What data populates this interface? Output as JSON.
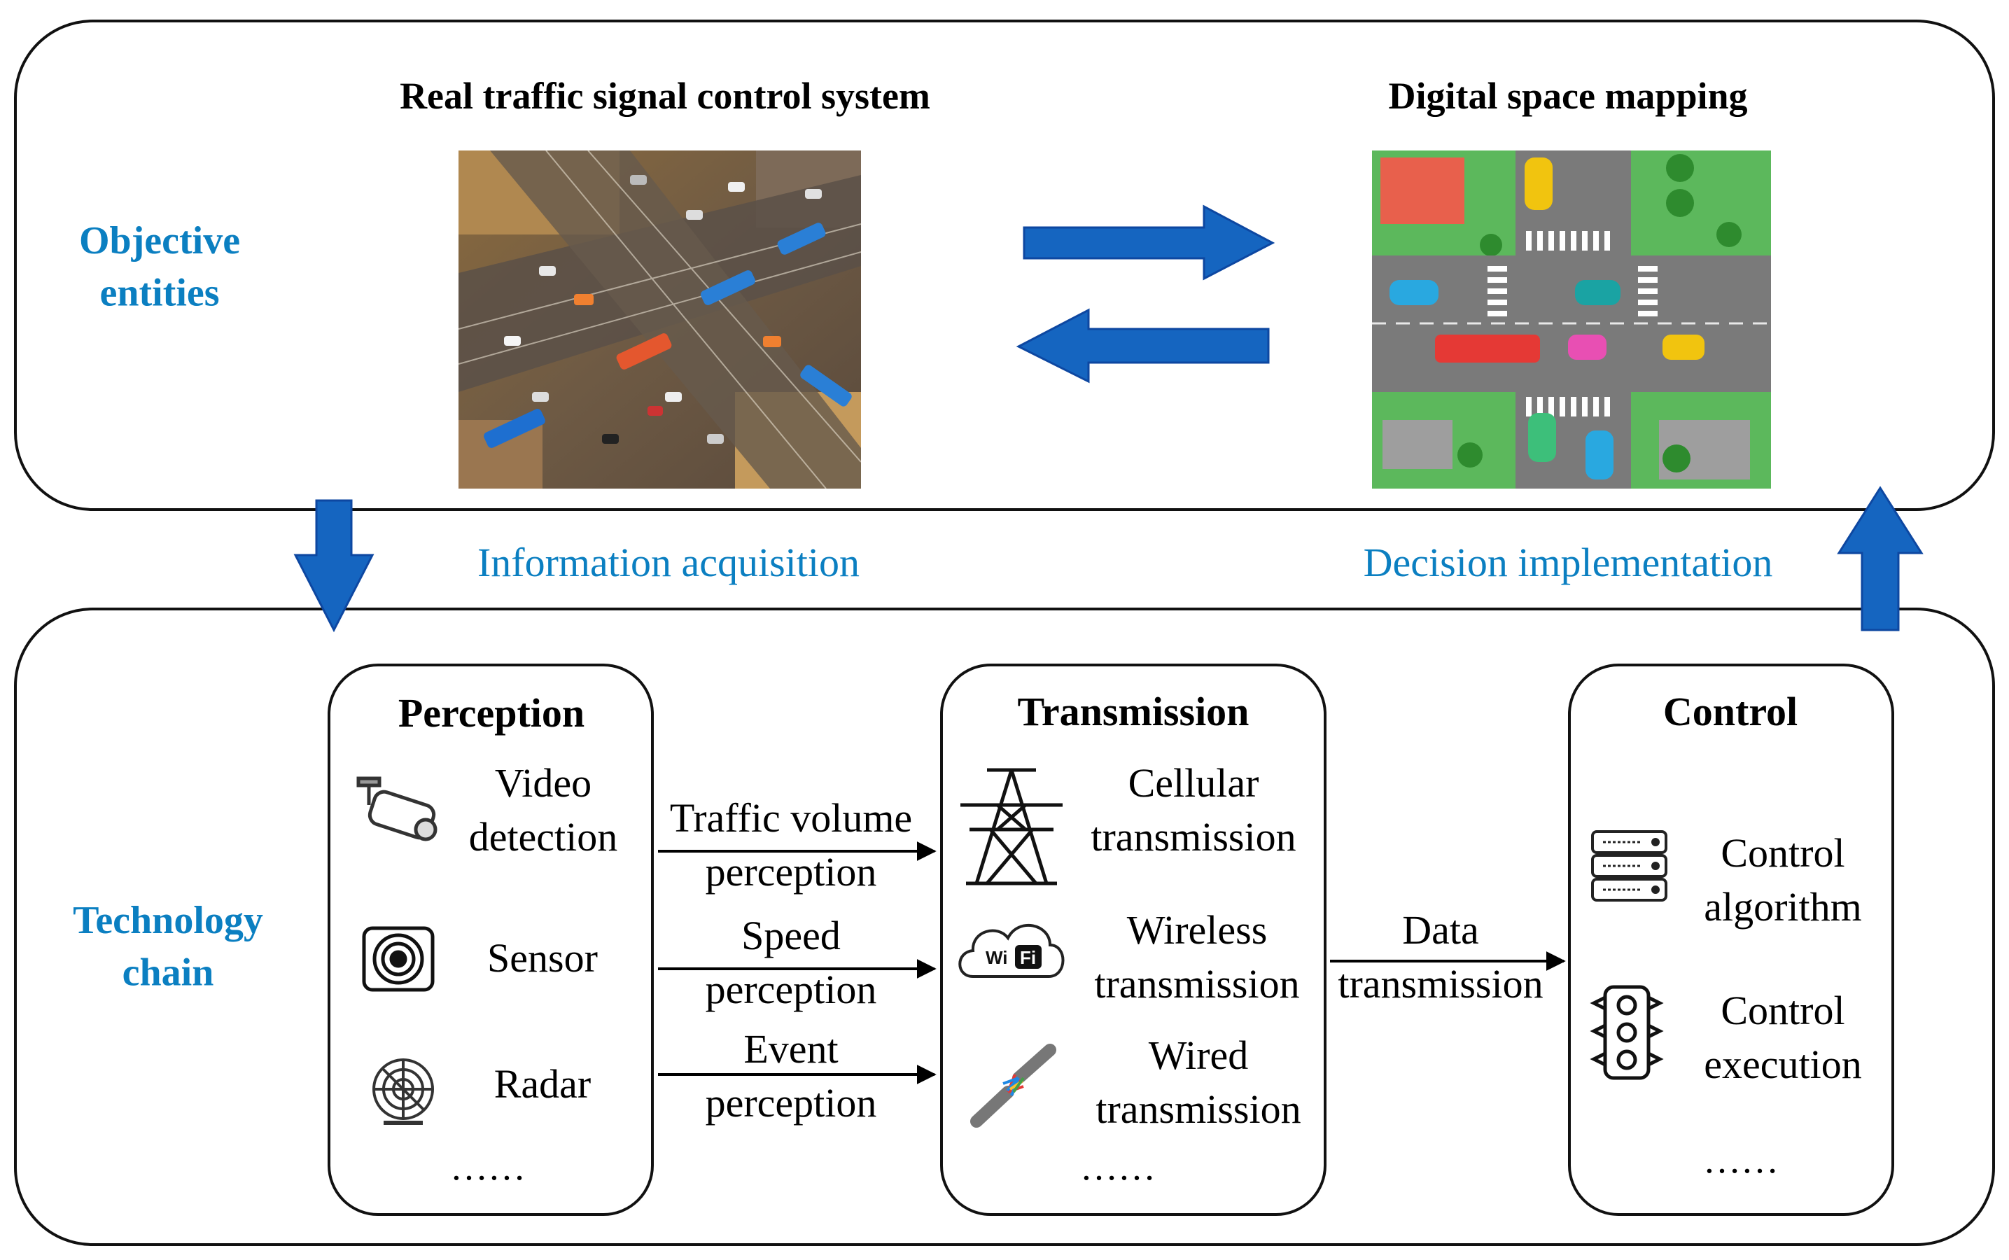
{
  "top_panel": {
    "label": "Objective\nentities",
    "real_title": "Real traffic signal control system",
    "digital_title": "Digital space mapping"
  },
  "flows": {
    "left": "Information acquisition",
    "right": "Decision implementation"
  },
  "bottom_panel": {
    "label": "Technology\nchain",
    "perception": {
      "title": "Perception",
      "items": [
        "Video\ndetection",
        "Sensor",
        "Radar"
      ],
      "more": "……"
    },
    "perception_links": [
      "Traffic volume\nperception",
      "Speed\nperception",
      "Event\nperception"
    ],
    "transmission": {
      "title": "Transmission",
      "items": [
        "Cellular\ntransmission",
        "Wireless\ntransmission",
        "Wired\ntransmission"
      ],
      "more": "……"
    },
    "data_link": "Data\ntransmission",
    "control": {
      "title": "Control",
      "items": [
        "Control\nalgorithm",
        "Control\nexecution"
      ],
      "more": "……"
    }
  },
  "icons": {
    "video": "cctv-camera-icon",
    "sensor": "sensor-icon",
    "radar": "radar-icon",
    "cellular": "transmission-tower-icon",
    "wireless": "wifi-cloud-icon",
    "wired": "broken-cable-icon",
    "algorithm": "server-rack-icon",
    "execution": "traffic-light-icon"
  },
  "colors": {
    "accent_text": "#0b7fc1",
    "arrow_fill": "#1565c0",
    "arrow_stroke": "#0d47a1"
  }
}
